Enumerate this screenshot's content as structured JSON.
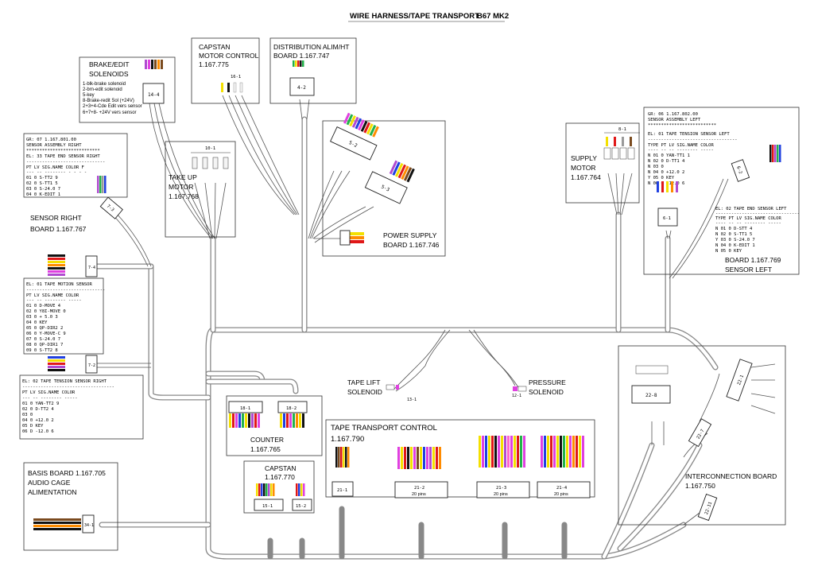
{
  "title": "WIRE HARNESS/TAPE TRANSPORT",
  "model": "B67 MK2",
  "colors": {
    "violet": "#b04ad0",
    "magenta": "#e040e0",
    "brown": "#7a4a1e",
    "black": "#111111",
    "orange": "#ff8c00",
    "yellow": "#f4e000",
    "red": "#e01818",
    "green": "#22b24a",
    "blue": "#2040e0",
    "white": "#f4f4f4",
    "gray": "#9a9a9a",
    "pink": "#ff66cc"
  },
  "boxes": {
    "brake": {
      "title1": "BRAKE/EDIT",
      "title2": "SOLENOIDS",
      "lines": [
        "1-blk-brake solenoid",
        "2-brn-edit solenoid",
        "5-key",
        "8-Brake-redit Sol (+24V)",
        "2+3+4-Cde Edit vers sensor",
        "6+7+8- +24V vers sensor"
      ],
      "connector": "14-4"
    },
    "capstan_motor": {
      "t1": "CAPSTAN",
      "t2": "MOTOR CONTROL",
      "t3": "1.167.775",
      "connector": "16-1"
    },
    "distribution": {
      "t1": "DISTRIBUTION ALIM/HT",
      "t2": "BOARD 1.167.747",
      "connector": "4-2"
    },
    "sensor_ebox": {
      "l1": "GR: 07    1.167.801.00",
      "l2": "SENSOR ASSEMBLY RIGHT",
      "l3": "****************************",
      "l4": "EL: 33  TAPE END SENSOR RIGHT",
      "l5": "------------------------------",
      "l6": "PT   LV  SIG.NAME  COLOR F",
      "l7": "---  --  --------  - - - -",
      "rows": [
        "01  0  S-TT2     9",
        "02  0  S-TT1     5",
        "03  0  S-24.0    7",
        "04  0  K-EDIT    1"
      ],
      "connector": "7-3"
    },
    "take_up": {
      "t1": "TAKE UP",
      "t2": "MOTOR",
      "t3": "1.167.768",
      "connector": "10-1"
    },
    "sensor_right_board": {
      "t1": "SENSOR RIGHT",
      "t2": "BOARD 1.167.767"
    },
    "motion_table": {
      "l1": "EL: 01  TAPE MOTION SENSOR",
      "l2": "------------------------------",
      "l3": "PT  LV  SIG.NAME   COLOR",
      "l4": "--- --  --------   -----",
      "rows": [
        "01  0  D-MOVE    4",
        "02  0  Y8I-MOVE  0",
        "03  0   + 5.0    3",
        "04  0  KEY",
        "05  0  QP-DIR2   2",
        "06  0  Y-MOVE-C  9",
        "07  0  S-24.0    7",
        "08  0  QP-DIR1   7",
        "09  0  S-TT2     8"
      ],
      "connector_top": "7-4",
      "connector_bottom": "7-2"
    },
    "tension_right": {
      "l1": "EL: 02  TAPE TENSION SENSOR RIGHT",
      "l2": "-----------------------------------",
      "l3": "PT  LV SIG.NAME COLOR",
      "l4": "--- -- -------- -----",
      "rows": [
        "01  0   YAN-TT2   9",
        "02  0   D-TT2     4",
        "03  0",
        "04  0   +12.0     2",
        "05  D   KEY",
        "06  D   -12.0     6"
      ]
    },
    "power_supply": {
      "t1": "POWER SUPPLY",
      "t2": "BOARD 1.167.746",
      "c1": "5-2",
      "c2": "5-3"
    },
    "supply_motor": {
      "t1": "SUPPLY",
      "t2": "MOTOR",
      "t3": "1.167.764",
      "connector": "8-1"
    },
    "sensor_left": {
      "l1": "GR: 06    1.167.802.00",
      "l2": "SENSOR ASSEMBLY LEFT",
      "l3": "**************************",
      "l4": "EL: 01  TAPE TENSION SENSOR LEFT",
      "l5": "----------------------------------",
      "l6": "TYPE PT  LV SIG.NAME COLOR",
      "l7": "---- --  -- -------- -----",
      "rows": [
        "N    01  0  YAN-TT1   1",
        "N    02  0  D-TT1     4",
        "N    03  0",
        "N    04  0  +12.0     2",
        "Y    05  0  KEY",
        "N    06  0  -12.0     6"
      ],
      "l8": "EL: 02  TAPE END SENSOR LEFT",
      "l9": "--------------------------------",
      "l10": "TYPE PT  LV SIG.NAME COLOR",
      "l11": "---- --  -- -------- -----",
      "rows2": [
        "N    01  0  D-STT     4",
        "N    02  0  S-TT1     5",
        "Y    03  0  S-24.0    7",
        "N    04  0  K-EDIT    1",
        "N    05  0  KEY"
      ],
      "board1": "BOARD 1.167.769",
      "board2": "SENSOR LEFT",
      "c1": "6-2",
      "c2": "6-1"
    },
    "tape_lift": {
      "t1": "TAPE LIFT",
      "t2": "SOLENOID",
      "connector": "13-1"
    },
    "pressure": {
      "t1": "PRESSURE",
      "t2": "SOLENOID",
      "connector": "12-1"
    },
    "counter": {
      "t1": "COUNTER",
      "t2": "1.167.765",
      "c1": "18-1",
      "c2": "18-2"
    },
    "ttc": {
      "t1": "TAPE TRANSPORT CONTROL",
      "t2": "1.167.790",
      "c1": "21-1",
      "c2": "21-2",
      "c3": "21-3",
      "c4": "21-4",
      "pins": "20 pins"
    },
    "capstan": {
      "t1": "CAPSTAN",
      "t2": "1.167.770",
      "c1": "15-1",
      "c2": "15-2"
    },
    "basis": {
      "t1": "BASIS BOARD 1.167.705",
      "t2": "AUDIO CAGE",
      "t3": "ALIMENTATION",
      "connector": "34-1"
    },
    "interconnection": {
      "t1": "INTERCONNECTION BOARD",
      "t2": "1.167.750",
      "c1": "22-1",
      "c2": "22-8",
      "c3": "22-7",
      "c4": "22-11"
    }
  }
}
